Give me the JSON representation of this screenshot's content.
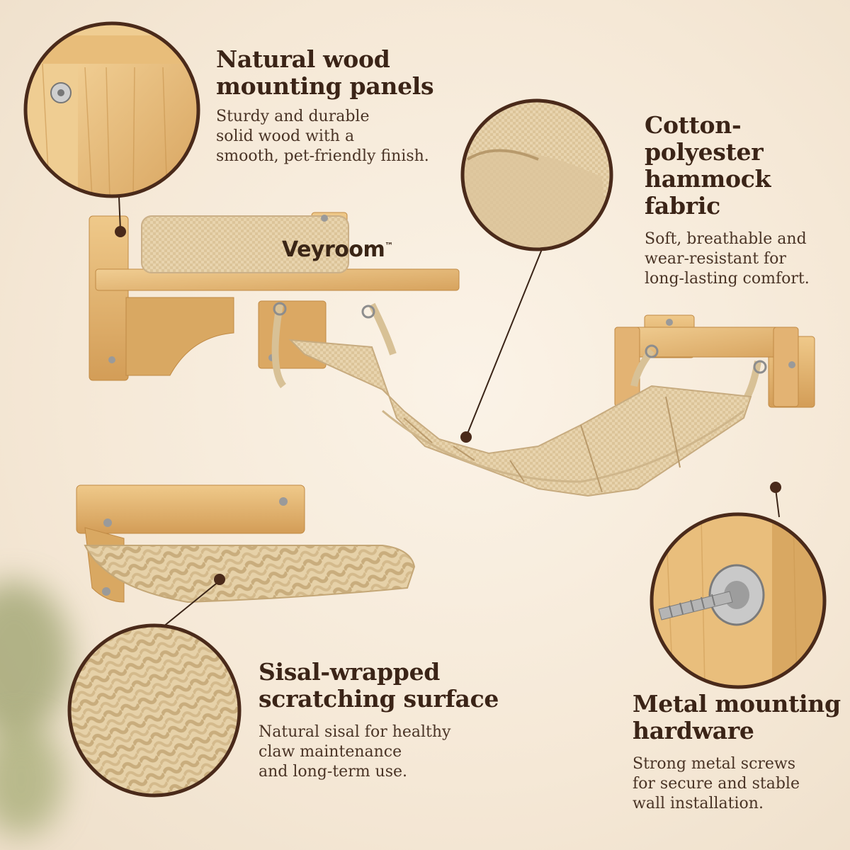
{
  "brand": {
    "name": "Veyroom",
    "mark": "™"
  },
  "callouts": [
    {
      "id": "wood",
      "title_lines": [
        "Natural wood",
        "mounting panels"
      ],
      "body_lines": [
        "Sturdy and durable",
        "solid wood with a",
        "smooth, pet-friendly finish."
      ]
    },
    {
      "id": "fabric",
      "title_lines": [
        "Cotton-polyester",
        "hammock fabric"
      ],
      "body_lines": [
        "Soft, breathable and",
        "wear-resistant for",
        "long-lasting comfort."
      ]
    },
    {
      "id": "sisal",
      "title_lines": [
        "Sisal-wrapped",
        "scratching surface"
      ],
      "body_lines": [
        "Natural sisal for healthy",
        "claw maintenance",
        "and long-term use."
      ]
    },
    {
      "id": "hardware",
      "title_lines": [
        "Metal mounting",
        "hardware"
      ],
      "body_lines": [
        "Strong metal screws",
        "for secure and stable",
        "wall installation."
      ]
    }
  ],
  "colors": {
    "wood": "#e3b777",
    "wood_dark": "#c8944f",
    "fabric": "#e8d3ae",
    "fabric_dark": "#cdb48a",
    "outline": "#4a2a1a",
    "text": "#3b2417",
    "metal": "#a9a9a9"
  },
  "icons": [
    "wood-panel-closeup",
    "fabric-closeup",
    "sisal-closeup",
    "screw-closeup"
  ]
}
